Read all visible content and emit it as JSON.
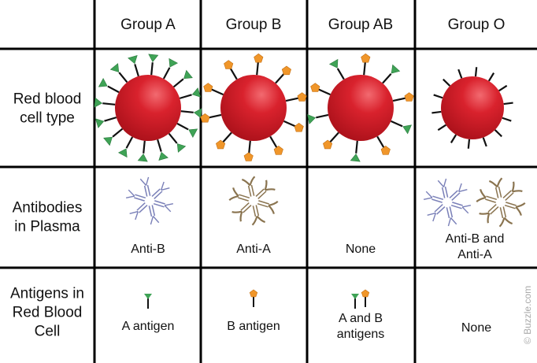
{
  "headers": [
    "Group A",
    "Group B",
    "Group AB",
    "Group O"
  ],
  "row_labels": {
    "red_blood_cell": "Red blood\ncell type",
    "antibodies": "Antibodies\nin Plasma",
    "antigens": "Antigens in\nRed Blood\nCell"
  },
  "antibodies": [
    "Anti-B",
    "Anti-A",
    "None",
    "Anti-B and\nAnti-A"
  ],
  "antigens": [
    "A antigen",
    "B antigen",
    "A and B\nantigens",
    "None"
  ],
  "watermark": "© Buzzle.com",
  "colors": {
    "cell": "#d41f2a",
    "antigen_a": "#3fa356",
    "antigen_b": "#f0962a",
    "antibody_a": "#7a80b8",
    "antibody_b": "#8a7450",
    "grid": "#000000"
  },
  "groups": [
    {
      "cell_antigens": "A",
      "antibodies": [
        "anti-B"
      ],
      "antigen_markers": [
        "A"
      ]
    },
    {
      "cell_antigens": "B",
      "antibodies": [
        "anti-A"
      ],
      "antigen_markers": [
        "B"
      ]
    },
    {
      "cell_antigens": "AB",
      "antibodies": [],
      "antigen_markers": [
        "A",
        "B"
      ]
    },
    {
      "cell_antigens": "O",
      "antibodies": [
        "anti-B",
        "anti-A"
      ],
      "antigen_markers": []
    }
  ]
}
